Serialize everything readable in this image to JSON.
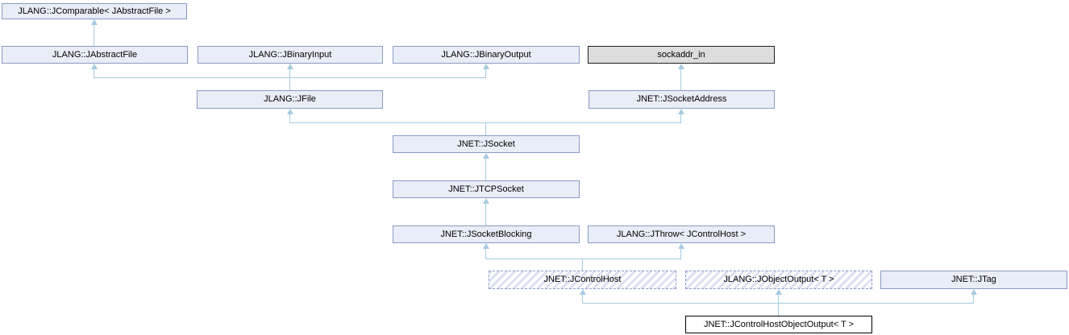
{
  "diagram": {
    "kind": "class-inheritance-graph",
    "colors": {
      "background": "#ffffff",
      "node_fill": "#e9edf7",
      "node_border": "#8a9bc4",
      "struct_fill": "#dddddd",
      "struct_border": "#222222",
      "current_fill": "#ffffff",
      "current_border": "#000000",
      "dashed_hatch": "#dbe1f2",
      "edge": "#a6cae0",
      "text": "#000000"
    },
    "nodes": [
      {
        "label": "JLANG::JComparable< JAbstractFile >",
        "style": "class"
      },
      {
        "label": "JLANG::JAbstractFile",
        "style": "class"
      },
      {
        "label": "JLANG::JBinaryInput",
        "style": "class"
      },
      {
        "label": "JLANG::JBinaryOutput",
        "style": "class"
      },
      {
        "label": "sockaddr_in",
        "style": "struct"
      },
      {
        "label": "JLANG::JFile",
        "style": "class"
      },
      {
        "label": "JNET::JSocketAddress",
        "style": "class"
      },
      {
        "label": "JNET::JSocket",
        "style": "class"
      },
      {
        "label": "JNET::JTCPSocket",
        "style": "class"
      },
      {
        "label": "JNET::JSocketBlocking",
        "style": "class"
      },
      {
        "label": "JLANG::JThrow< JControlHost >",
        "style": "class"
      },
      {
        "label": "JNET::JControlHost",
        "style": "dashed"
      },
      {
        "label": "JLANG::JObjectOutput< T >",
        "style": "dashed"
      },
      {
        "label": "JNET::JTag",
        "style": "class"
      },
      {
        "label": "JNET::JControlHostObjectOutput< T >",
        "style": "current"
      }
    ],
    "edges": [
      {
        "child": "JLANG::JAbstractFile",
        "parent": "JLANG::JComparable< JAbstractFile >"
      },
      {
        "child": "JLANG::JFile",
        "parent": "JLANG::JAbstractFile"
      },
      {
        "child": "JLANG::JFile",
        "parent": "JLANG::JBinaryInput"
      },
      {
        "child": "JLANG::JFile",
        "parent": "JLANG::JBinaryOutput"
      },
      {
        "child": "JNET::JSocketAddress",
        "parent": "sockaddr_in"
      },
      {
        "child": "JNET::JSocket",
        "parent": "JLANG::JFile"
      },
      {
        "child": "JNET::JSocket",
        "parent": "JNET::JSocketAddress"
      },
      {
        "child": "JNET::JTCPSocket",
        "parent": "JNET::JSocket"
      },
      {
        "child": "JNET::JSocketBlocking",
        "parent": "JNET::JTCPSocket"
      },
      {
        "child": "JNET::JControlHost",
        "parent": "JNET::JSocketBlocking"
      },
      {
        "child": "JNET::JControlHost",
        "parent": "JLANG::JThrow< JControlHost >"
      },
      {
        "child": "JNET::JControlHostObjectOutput< T >",
        "parent": "JNET::JControlHost"
      },
      {
        "child": "JNET::JControlHostObjectOutput< T >",
        "parent": "JLANG::JObjectOutput< T >"
      },
      {
        "child": "JNET::JControlHostObjectOutput< T >",
        "parent": "JNET::JTag"
      }
    ]
  }
}
